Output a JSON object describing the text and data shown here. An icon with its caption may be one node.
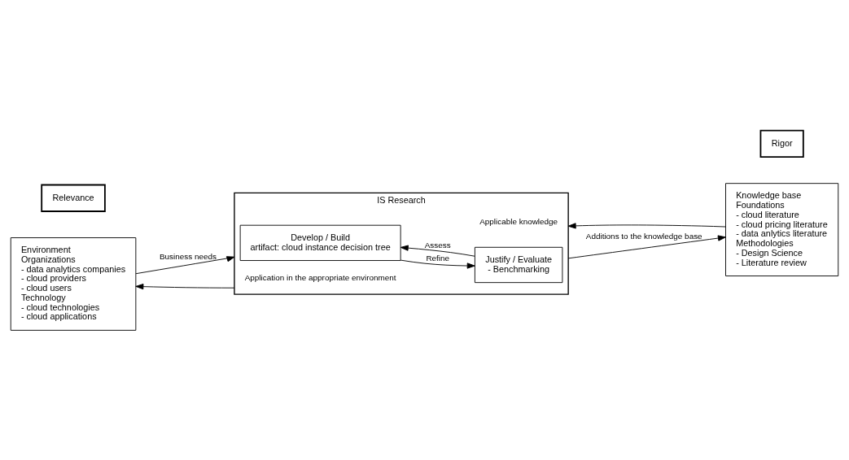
{
  "diagram": {
    "nodes": [
      {
        "text": [
          "Environment",
          "Organizations",
          "- data analytics companies",
          "- cloud providers",
          "- cloud users",
          "Technology",
          "- cloud technologies",
          "- cloud applications"
        ]
      },
      {
        "text": [
          "Relevance"
        ]
      },
      {
        "text": [
          "IS Research"
        ]
      },
      {
        "text": [
          "Develop / Build",
          "artifact: cloud instance decision tree"
        ],
        "in": 2
      },
      {
        "text": [
          "Justify / Evaluate",
          "- Benchmarking"
        ],
        "in": 2
      },
      {
        "text": [
          "Rigor"
        ]
      },
      {
        "text": [
          "Knowledge base",
          "Foundations",
          "- cloud literature",
          "- cloud pricing literature",
          "- data anlytics literature",
          "Methodologies",
          "- Design Science",
          "- Literature review"
        ]
      }
    ],
    "edges": [
      {
        "from": 0,
        "to": 2,
        "arrow": "to",
        "label": "Business needs"
      },
      {
        "from": 6,
        "to": 2,
        "arrow": "to",
        "label": "Applicable knowledge"
      },
      {
        "from": 4,
        "to": 3,
        "arrow": "to",
        "label": "Assess"
      },
      {
        "from": 3,
        "to": 4,
        "arrow": "to",
        "label": "Refine"
      },
      {
        "from": 2,
        "to": 0,
        "arrow": "to",
        "label": "Application in the appropriate environment"
      },
      {
        "from": 2,
        "to": 6,
        "arrow": "to",
        "label": "Additions to the knowledge base"
      }
    ]
  }
}
